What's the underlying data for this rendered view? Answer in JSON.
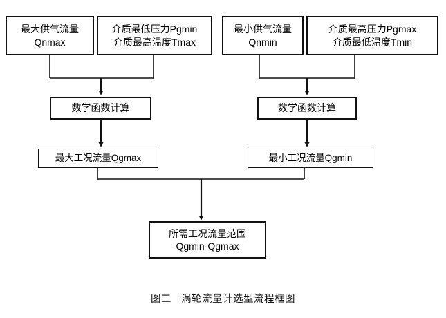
{
  "figure": {
    "caption_number": "图二",
    "caption_text": "涡轮流量计选型流程框图",
    "type": "flowchart",
    "orientation": "top-down",
    "line_color": "#111111",
    "background_color": "#ffffff"
  },
  "nodes": {
    "max_supply_flow": {
      "line1": "最大供气流量",
      "line2": "Qnmax"
    },
    "min_pressure_max_temp": {
      "line1": "介质最低压力Pgmin",
      "line2": "介质最高温度Tmax"
    },
    "min_supply_flow": {
      "line1": "最小供气流量",
      "line2": "Qnmin"
    },
    "max_pressure_min_temp": {
      "line1": "介质最高压力Pgmax",
      "line2": "介质最低温度Tmin"
    },
    "math_calc_left": {
      "line1": "数学函数计算"
    },
    "math_calc_right": {
      "line1": "数学函数计算"
    },
    "max_working_flow": {
      "line1": "最大工况流量Qgmax"
    },
    "min_working_flow": {
      "line1": "最小工况流量Qgmin"
    },
    "required_flow_range": {
      "line1": "所需工况流量范围",
      "line2": "Qgmin-Qgmax"
    }
  }
}
